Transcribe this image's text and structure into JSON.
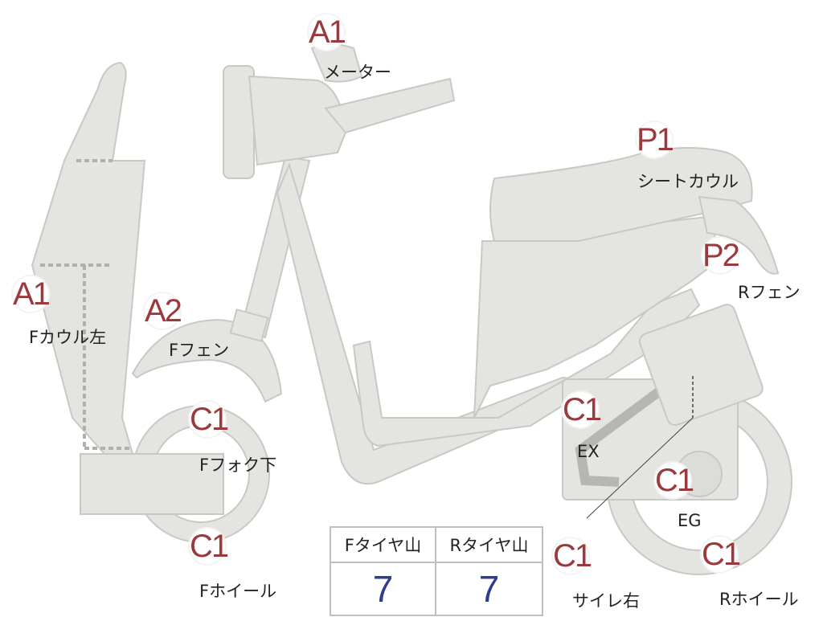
{
  "parts": [
    {
      "id": "meter",
      "code": "A1",
      "label": "メーター"
    },
    {
      "id": "f-cowl-left",
      "code": "A1",
      "label": "Fカウル左"
    },
    {
      "id": "f-fender",
      "code": "A2",
      "label": "Fフェン"
    },
    {
      "id": "f-fork-lower",
      "code": "C1",
      "label": "Fフォク下"
    },
    {
      "id": "f-wheel",
      "code": "C1",
      "label": "Fホイール"
    },
    {
      "id": "seat-cowl",
      "code": "P1",
      "label": "シートカウル"
    },
    {
      "id": "r-fender",
      "code": "P2",
      "label": "Rフェン"
    },
    {
      "id": "exhaust",
      "code": "C1",
      "label": "EX"
    },
    {
      "id": "engine",
      "code": "C1",
      "label": "EG"
    },
    {
      "id": "muffler-right",
      "code": "C1",
      "label": "サイレ右"
    },
    {
      "id": "r-wheel",
      "code": "C1",
      "label": "Rホイール"
    }
  ],
  "tire_tread": {
    "front_header": "Fタイヤ山",
    "rear_header": "Rタイヤ山",
    "front_value": "7",
    "rear_value": "7"
  },
  "colors": {
    "body_fill": "#e4e4e1",
    "body_stroke": "#c8c8c5",
    "code_text": "#9b3a3d",
    "value_text": "#2c3e8c"
  }
}
